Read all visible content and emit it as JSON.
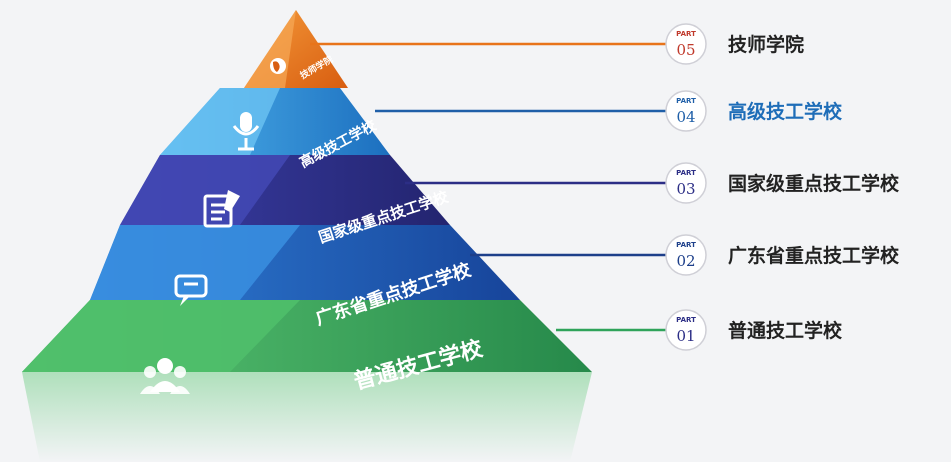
{
  "levels": [
    {
      "part_label": "PART",
      "number": "05",
      "title": "技师学院",
      "layer_text": "技师学院",
      "icon": "globe-icon",
      "color": "#e8741a",
      "title_color": "#222222"
    },
    {
      "part_label": "PART",
      "number": "04",
      "title": "高级技工学校",
      "layer_text": "高级技工学校",
      "icon": "microphone-icon",
      "color": "#1f77c2",
      "title_color": "#1e6db8"
    },
    {
      "part_label": "PART",
      "number": "03",
      "title": "国家级重点技工学校",
      "layer_text": "国家级重点技工学校",
      "icon": "document-edit-icon",
      "color": "#2c2e86",
      "title_color": "#222222"
    },
    {
      "part_label": "PART",
      "number": "02",
      "title": "广东省重点技工学校",
      "layer_text": "广东省重点技工学校",
      "icon": "chat-bubbles-icon",
      "color": "#1d5aa8",
      "title_color": "#222222"
    },
    {
      "part_label": "PART",
      "number": "01",
      "title": "普通技工学校",
      "layer_text": "普通技工学校",
      "icon": "users-group-icon",
      "color": "#2fa35a",
      "title_color": "#222222"
    }
  ],
  "badge_accent": "#c0392b"
}
